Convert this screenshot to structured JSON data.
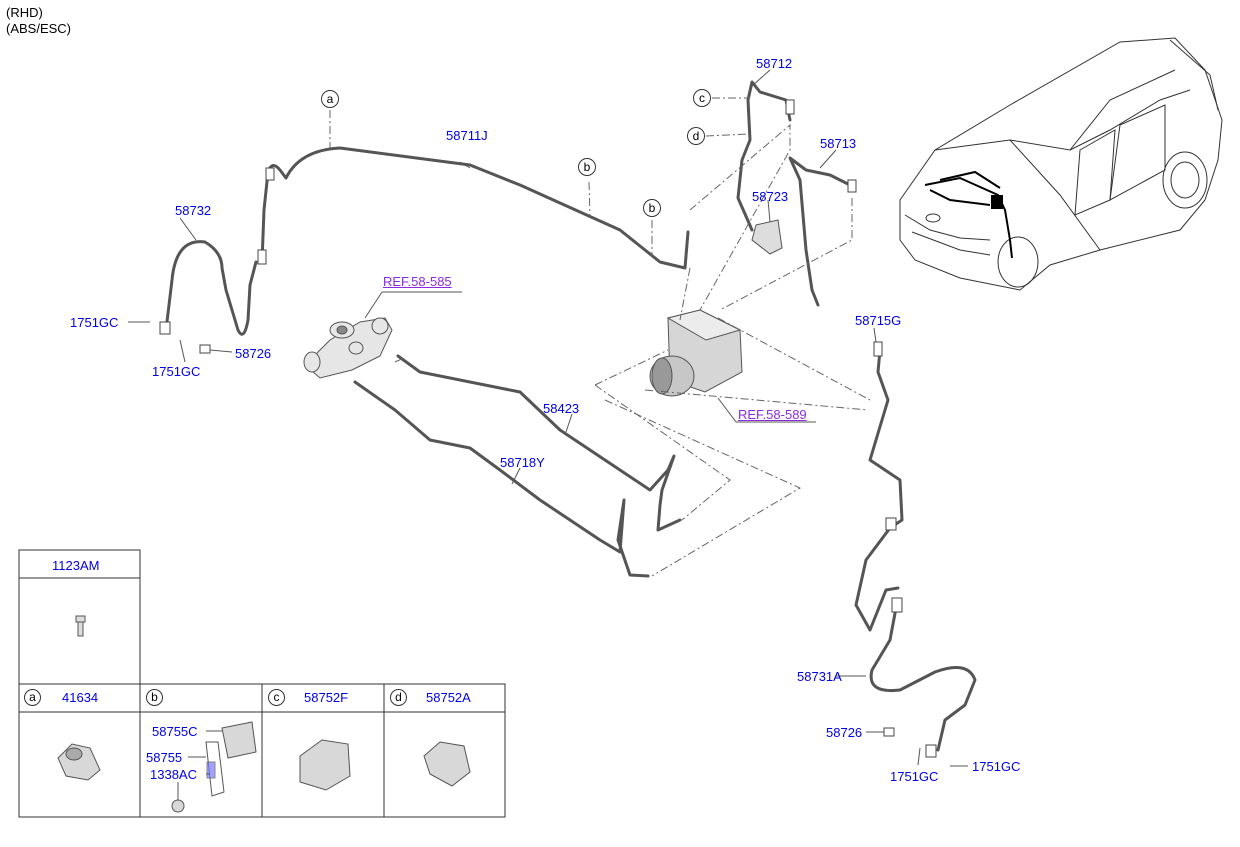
{
  "header": {
    "line1": "(RHD)",
    "line2": "(ABS/ESC)"
  },
  "parts": {
    "p58712": "58712",
    "p58713": "58713",
    "p58711J": "58711J",
    "p58732": "58732",
    "p58723": "58723",
    "ref58585": "REF.58-585",
    "p1751GC_a": "1751GC",
    "p58726_a": "58726",
    "p1751GC_b": "1751GC",
    "p58715G": "58715G",
    "p58423": "58423",
    "ref58589": "REF.58-589",
    "p58718Y": "58718Y",
    "p58731A": "58731A",
    "p58726_b": "58726",
    "p1751GC_c": "1751GC",
    "p1751GC_d": "1751GC"
  },
  "callouts": {
    "a": "a",
    "b1": "b",
    "b2": "b",
    "c": "c",
    "d": "d"
  },
  "table": {
    "top_cell": "1123AM",
    "cells": [
      {
        "letter": "a",
        "part": "41634"
      },
      {
        "letter": "b",
        "part": ""
      },
      {
        "letter": "c",
        "part": "58752F"
      },
      {
        "letter": "d",
        "part": "58752A"
      }
    ],
    "b_parts": {
      "p1": "58755C",
      "p2": "58755",
      "p3": "1338AC"
    }
  },
  "colors": {
    "part_label": "#0000e6",
    "ref_label": "#8a2be2",
    "line": "#555555"
  }
}
